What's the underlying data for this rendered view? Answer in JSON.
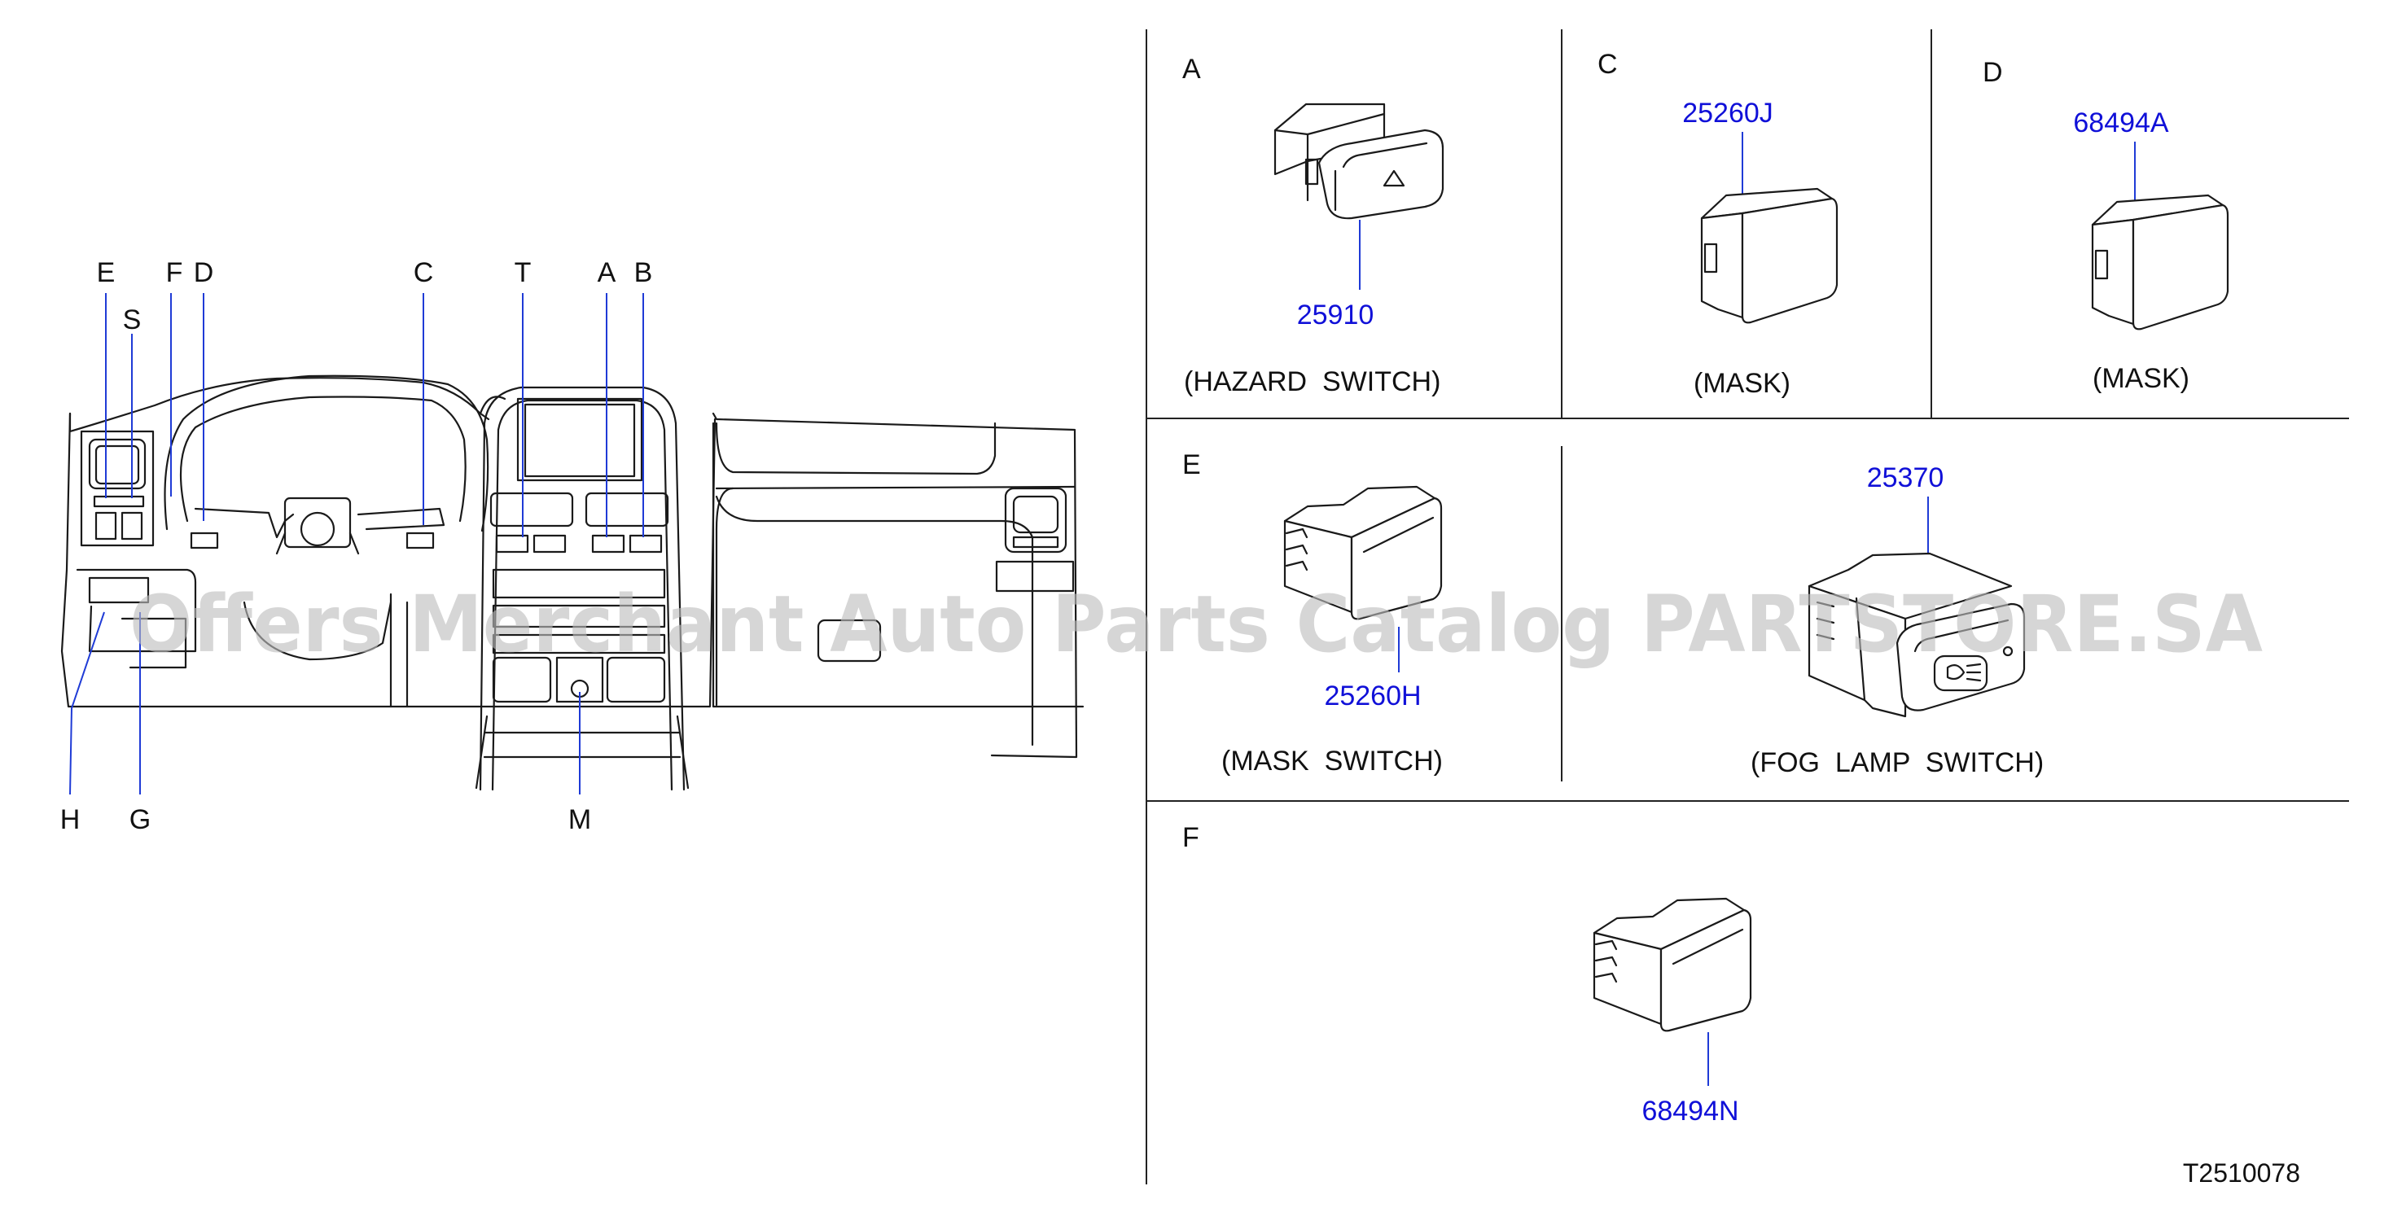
{
  "dashboard": {
    "callouts": [
      "E",
      "S",
      "F",
      "D",
      "C",
      "T",
      "A",
      "B",
      "H",
      "G",
      "M"
    ]
  },
  "panels": {
    "A": {
      "letter": "A",
      "part_number": "25910",
      "caption": "(HAZARD  SWITCH)"
    },
    "C": {
      "letter": "C",
      "part_number": "25260J",
      "caption": "(MASK)"
    },
    "D": {
      "letter": "D",
      "part_number": "68494A",
      "caption": "(MASK)"
    },
    "E": {
      "letter": "E",
      "part_number": "25260H",
      "caption": "(MASK  SWITCH)"
    },
    "G": {
      "part_number": "25370",
      "caption": "(FOG  LAMP  SWITCH)"
    },
    "F": {
      "letter": "F",
      "part_number": "68494N"
    }
  },
  "diagram_code": "T2510078",
  "watermark": "Offers Merchant Auto Parts Catalog PARTSTORE.SA"
}
